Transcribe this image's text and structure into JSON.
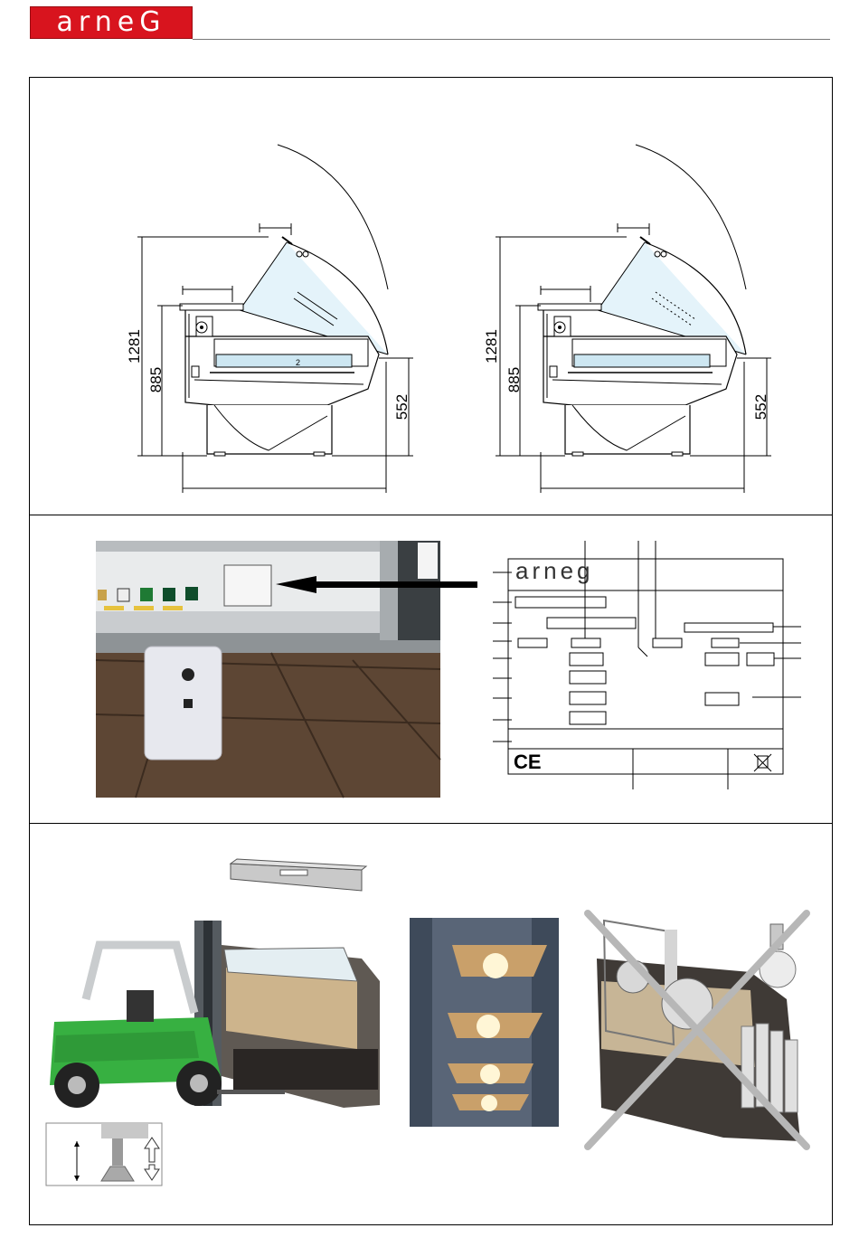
{
  "brand": {
    "logo_text": "arneG",
    "logo_color": "#d8141e"
  },
  "dimensions": {
    "left": {
      "total_height": "1281",
      "counter_height": "885",
      "base_height": "552"
    },
    "right": {
      "total_height": "1281",
      "counter_height": "885",
      "base_height": "552"
    }
  },
  "rating_plate": {
    "brand_text": "arneg",
    "ce_mark": "CE"
  }
}
